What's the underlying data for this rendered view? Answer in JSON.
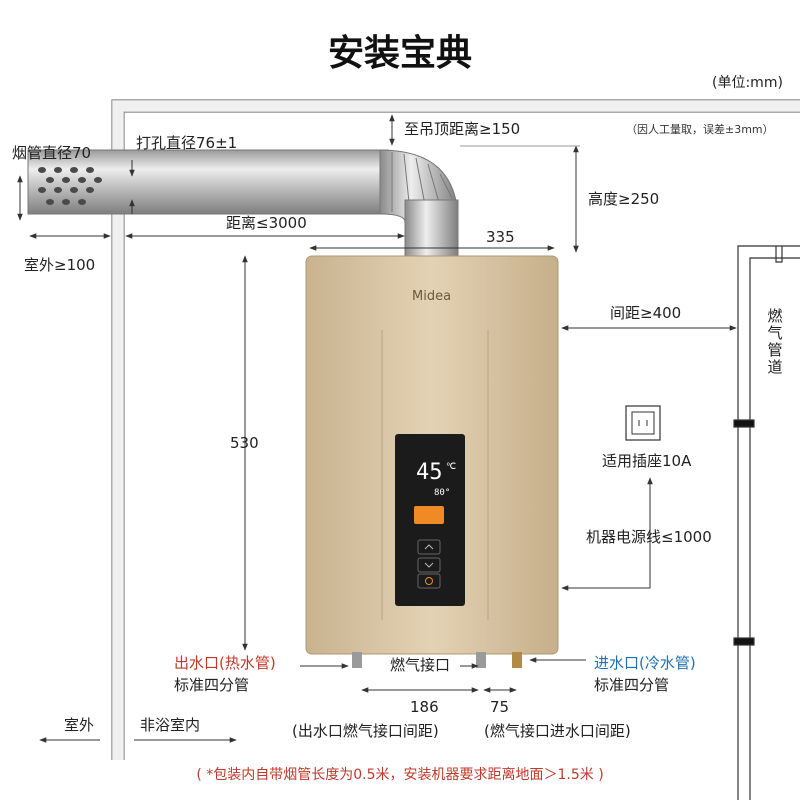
{
  "title": "安装宝典",
  "unit": "(单位:mm)",
  "note": "（因人工量取，误差±3mm）",
  "labels": {
    "flue_diameter": "烟管直径70",
    "hole_diameter": "打孔直径76±1",
    "to_ceiling": "至吊顶距离≥150",
    "height": "高度≥250",
    "distance": "距离≤3000",
    "width": "335",
    "outdoor_min": "室外≥100",
    "spacing": "间距≥400",
    "gas_pipe": "燃气管道",
    "socket": "适用插座10A",
    "power_cord": "机器电源线≤1000",
    "height_530": "530",
    "outlet_title": "出水口(热水管)",
    "outlet_sub": "标准四分管",
    "gas_inlet": "燃气接口",
    "inlet_title": "进水口(冷水管)",
    "inlet_sub": "标准四分管",
    "dist_186": "186",
    "dist_75": "75",
    "outlet_gas_desc": "(出水口燃气接口间距)",
    "gas_inlet_desc": "(燃气接口进水口间距)",
    "outdoor": "室外",
    "indoor": "非浴室内"
  },
  "device": {
    "brand": "Midea",
    "display_temp": "45",
    "display_unit": "℃",
    "display_sub": "80°"
  },
  "footer": "( *包装内自带烟管长度为0.5米，安装机器要求距离地面＞1.5米 )",
  "colors": {
    "hot": "#c0392b",
    "cold": "#1f6fb5",
    "heater_body": "#d6c2a0",
    "accent_button": "#f08a24"
  }
}
